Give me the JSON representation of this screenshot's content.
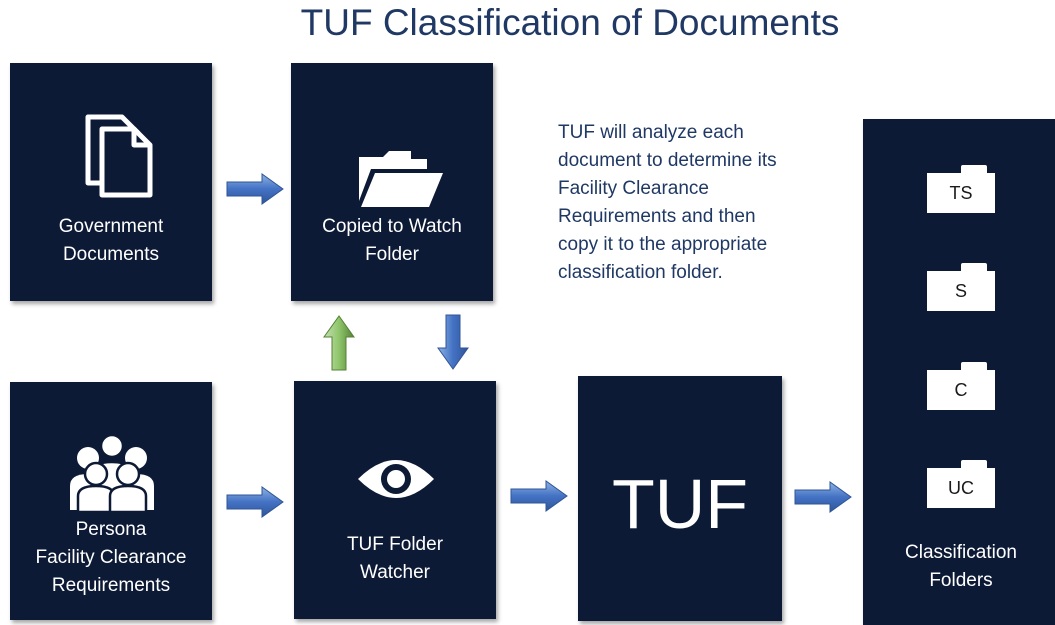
{
  "title": "TUF Classification of Documents",
  "boxes": {
    "gov_docs": {
      "label": "Government\nDocuments",
      "icon": "documents-icon"
    },
    "watch_folder": {
      "label": "Copied to Watch\nFolder",
      "icon": "open-folder-icon"
    },
    "persona": {
      "label": "Persona\nFacility Clearance\nRequirements",
      "icon": "people-group-icon"
    },
    "folder_watcher": {
      "label": "TUF Folder\nWatcher",
      "icon": "eye-icon"
    },
    "tuf": {
      "label": "TUF"
    },
    "classification": {
      "label": "Classification\nFolders",
      "folders": [
        "TS",
        "S",
        "C",
        "UC"
      ]
    }
  },
  "note": "TUF will analyze each\ndocument to determine its\nFacility Clearance\nRequirements and then\ncopy it to the appropriate\nclassification folder.",
  "colors": {
    "box": "#0c1a36",
    "title": "#1f3864",
    "arrow_blue": "#4472c4",
    "arrow_green": "#70ad47"
  }
}
